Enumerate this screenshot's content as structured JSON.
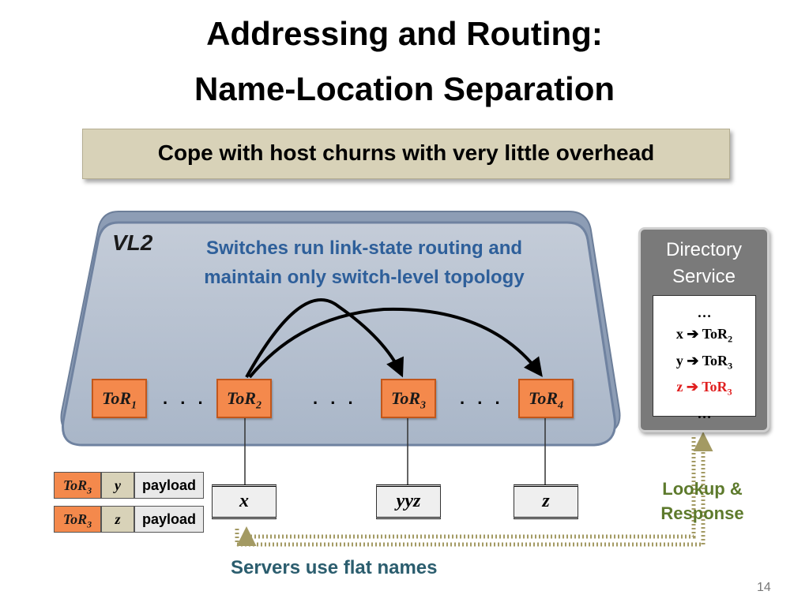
{
  "title": {
    "line1": "Addressing and Routing:",
    "line2": "Name-Location Separation"
  },
  "banner": "Cope with host churns with very little overhead",
  "vl2": {
    "label": "VL2",
    "note": "Switches run link-state routing and maintain only switch-level topology"
  },
  "tors": [
    {
      "base": "ToR",
      "sub": "1"
    },
    {
      "base": "ToR",
      "sub": "2"
    },
    {
      "base": "ToR",
      "sub": "3"
    },
    {
      "base": "ToR",
      "sub": "4"
    }
  ],
  "dots": ". . .",
  "servers": [
    "x",
    "yyz",
    "z"
  ],
  "packets": [
    {
      "tor": "ToR",
      "tor_sub": "3",
      "name": "y",
      "payload": "payload"
    },
    {
      "tor": "ToR",
      "tor_sub": "3",
      "name": "z",
      "payload": "payload"
    }
  ],
  "directory": {
    "title_line1": "Directory",
    "title_line2": "Service",
    "rows": [
      {
        "text": "…"
      },
      {
        "key": "x",
        "arrow": "➔",
        "base": "ToR",
        "sub": "2"
      },
      {
        "key": "y",
        "arrow": "➔",
        "base": "ToR",
        "sub": "3"
      },
      {
        "key": "z",
        "arrow": "➔",
        "base": "ToR",
        "sub": "3",
        "highlight": true
      },
      {
        "text": "…"
      }
    ]
  },
  "lookup": {
    "line1": "Lookup &",
    "line2": "Response"
  },
  "flat_names": "Servers use flat names",
  "page_number": "14",
  "colors": {
    "tor_fill": "#f4894c",
    "note_blue": "#2e5f9a",
    "highlight_red": "#e02020",
    "lookup_green": "#5d7a2c",
    "flat_teal": "#2b5d6e",
    "dotted_path": "#a39a63"
  }
}
